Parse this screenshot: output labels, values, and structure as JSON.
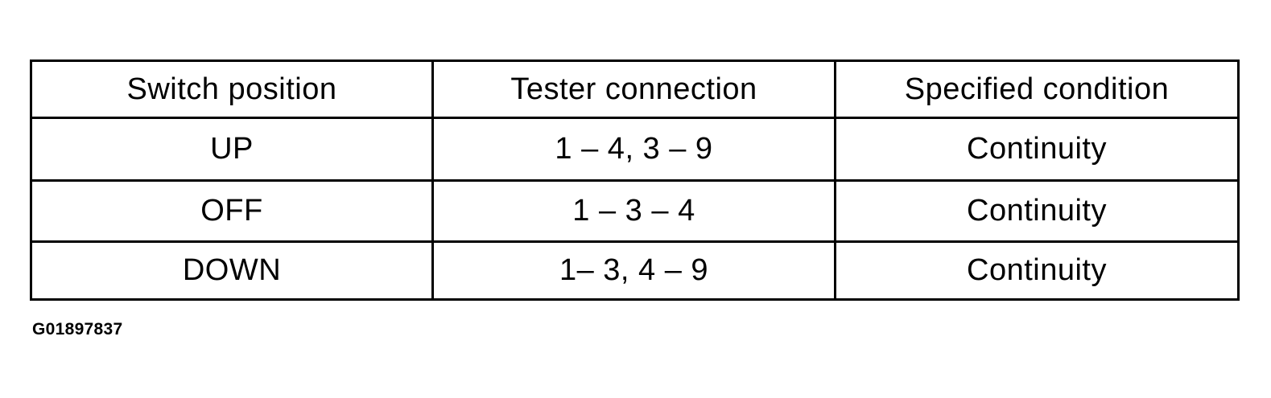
{
  "table": {
    "headers": [
      "Switch position",
      "Tester connection",
      "Specified condition"
    ],
    "rows": [
      [
        "UP",
        "1 – 4, 3 – 9",
        "Continuity"
      ],
      [
        "OFF",
        "1 – 3 – 4",
        "Continuity"
      ],
      [
        "DOWN",
        "1– 3, 4 – 9",
        "Continuity"
      ]
    ]
  },
  "figure_code": "G01897837"
}
